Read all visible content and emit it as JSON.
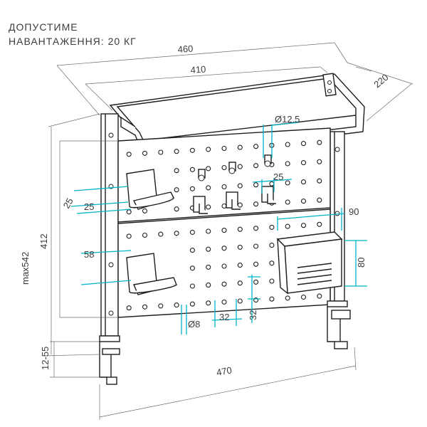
{
  "caption": {
    "line1": "ДОПУСТИМЕ",
    "line2": "НАВАНТАЖЕННЯ: 20 КГ"
  },
  "dimensions": {
    "width_outer": "460",
    "width_inner": "410",
    "depth": "220",
    "hole_large": "Ø12.5",
    "hook_spacing": "25",
    "rail_left": "25",
    "rail_left_small": "25",
    "board_height": "412",
    "total_height": "max542",
    "shelf_offset": "58",
    "basket_width": "90",
    "basket_height": "80",
    "hole_small": "Ø8",
    "hole_pitch_h": "32",
    "hole_pitch_v": "32",
    "clamp_range": "12-55",
    "base_width": "470"
  },
  "colors": {
    "accent": "#00b4c8",
    "line": "#1e1e1e",
    "dimension": "#6d6d6d"
  }
}
